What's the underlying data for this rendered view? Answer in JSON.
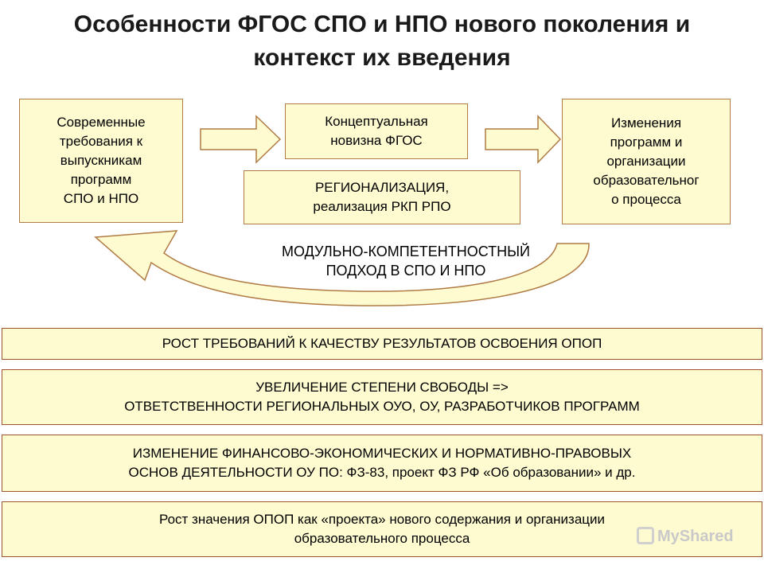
{
  "title": "Особенности ФГОС СПО и НПО нового поколения и контекст их введения",
  "boxes": {
    "requirements": "Современные\nтребования к\nвыпускникам\nпрограмм\nСПО и НПО",
    "novelty": "Концептуальная\nновизна ФГОС",
    "regionalization": "РЕГИОНАЛИЗАЦИЯ,\nреализация РКП РПО",
    "changes": "Изменения\nпрограмм и\nорганизации\nобразовательног\nо процесса"
  },
  "approach": "МОДУЛЬНО-КОМПЕТЕНТНОСТНЫЙ\nПОДХОД В СПО И НПО",
  "bars": [
    "РОСТ ТРЕБОВАНИЙ К КАЧЕСТВУ РЕЗУЛЬТАТОВ ОСВОЕНИЯ ОПОП",
    "УВЕЛИЧЕНИЕ СТЕПЕНИ СВОБОДЫ =>\nОТВЕТСТВЕННОСТИ РЕГИОНАЛЬНЫХ ОУО, ОУ, РАЗРАБОТЧИКОВ ПРОГРАММ",
    "ИЗМЕНЕНИЕ ФИНАНСОВО-ЭКОНОМИЧЕСКИХ И НОРМАТИВНО-ПРАВОВЫХ\nОСНОВ ДЕЯТЕЛЬНОСТИ ОУ ПО: ФЗ-83, проект ФЗ РФ «Об образовании» и др.",
    "Рост значения ОПОП как «проекта» нового содержания и организации\nобразовательного процесса"
  ],
  "watermark": "MyShared",
  "colors": {
    "box_fill": "#fffbd0",
    "box_border": "#b07b44",
    "arrow_fill": "#fffbd0",
    "arrow_border": "#b07b44"
  }
}
